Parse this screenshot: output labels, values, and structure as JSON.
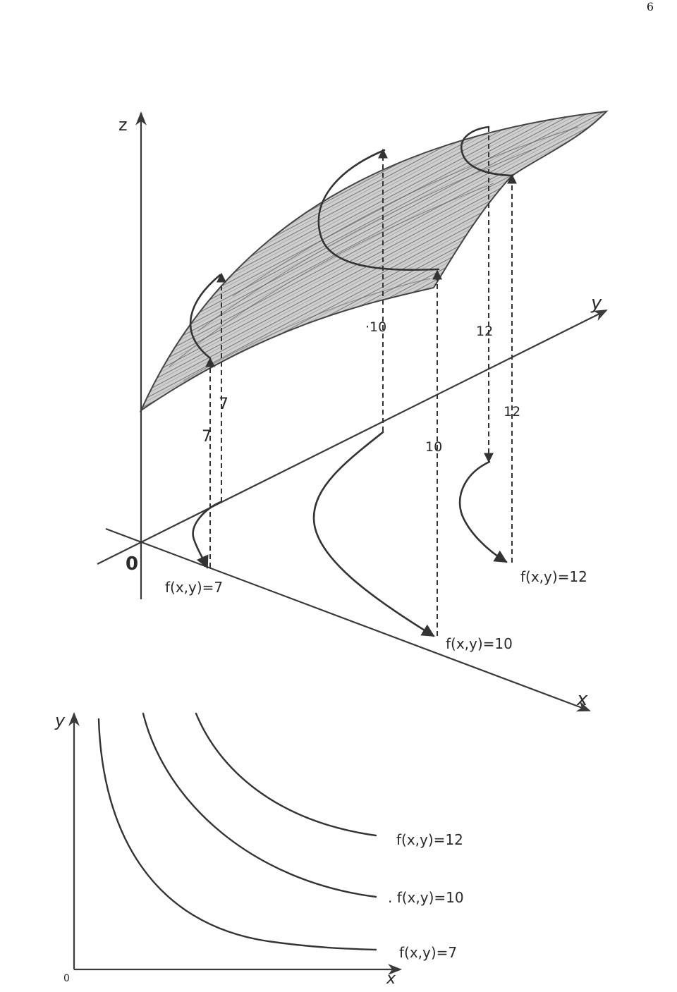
{
  "page_number": "6",
  "top_diagram": {
    "axis_z": "z",
    "axis_y": "y",
    "axis_x": "x",
    "origin": "0",
    "height_labels": {
      "seven_a": "7",
      "seven_b": "7",
      "ten_a": "·10",
      "ten_b": "10",
      "twelve_a": "12",
      "twelve_b": "12"
    },
    "contours": [
      {
        "label": "f(x,y)=7",
        "level": 7
      },
      {
        "label": "f(x,y)=10",
        "level": 10
      },
      {
        "label": "f(x,y)=12",
        "level": 12
      }
    ]
  },
  "bottom_diagram": {
    "axis_y": "y",
    "axis_x": "x",
    "origin": "0",
    "curves": [
      {
        "label": "f(x,y)=12",
        "level": 12
      },
      {
        "label": ". f(x,y)=10",
        "level": 10
      },
      {
        "label": "f(x,y)=7",
        "level": 7
      }
    ]
  },
  "colors": {
    "ink": "#333333",
    "surface_fill": "#cfcfcf",
    "hatch": "#7a7a7a"
  }
}
